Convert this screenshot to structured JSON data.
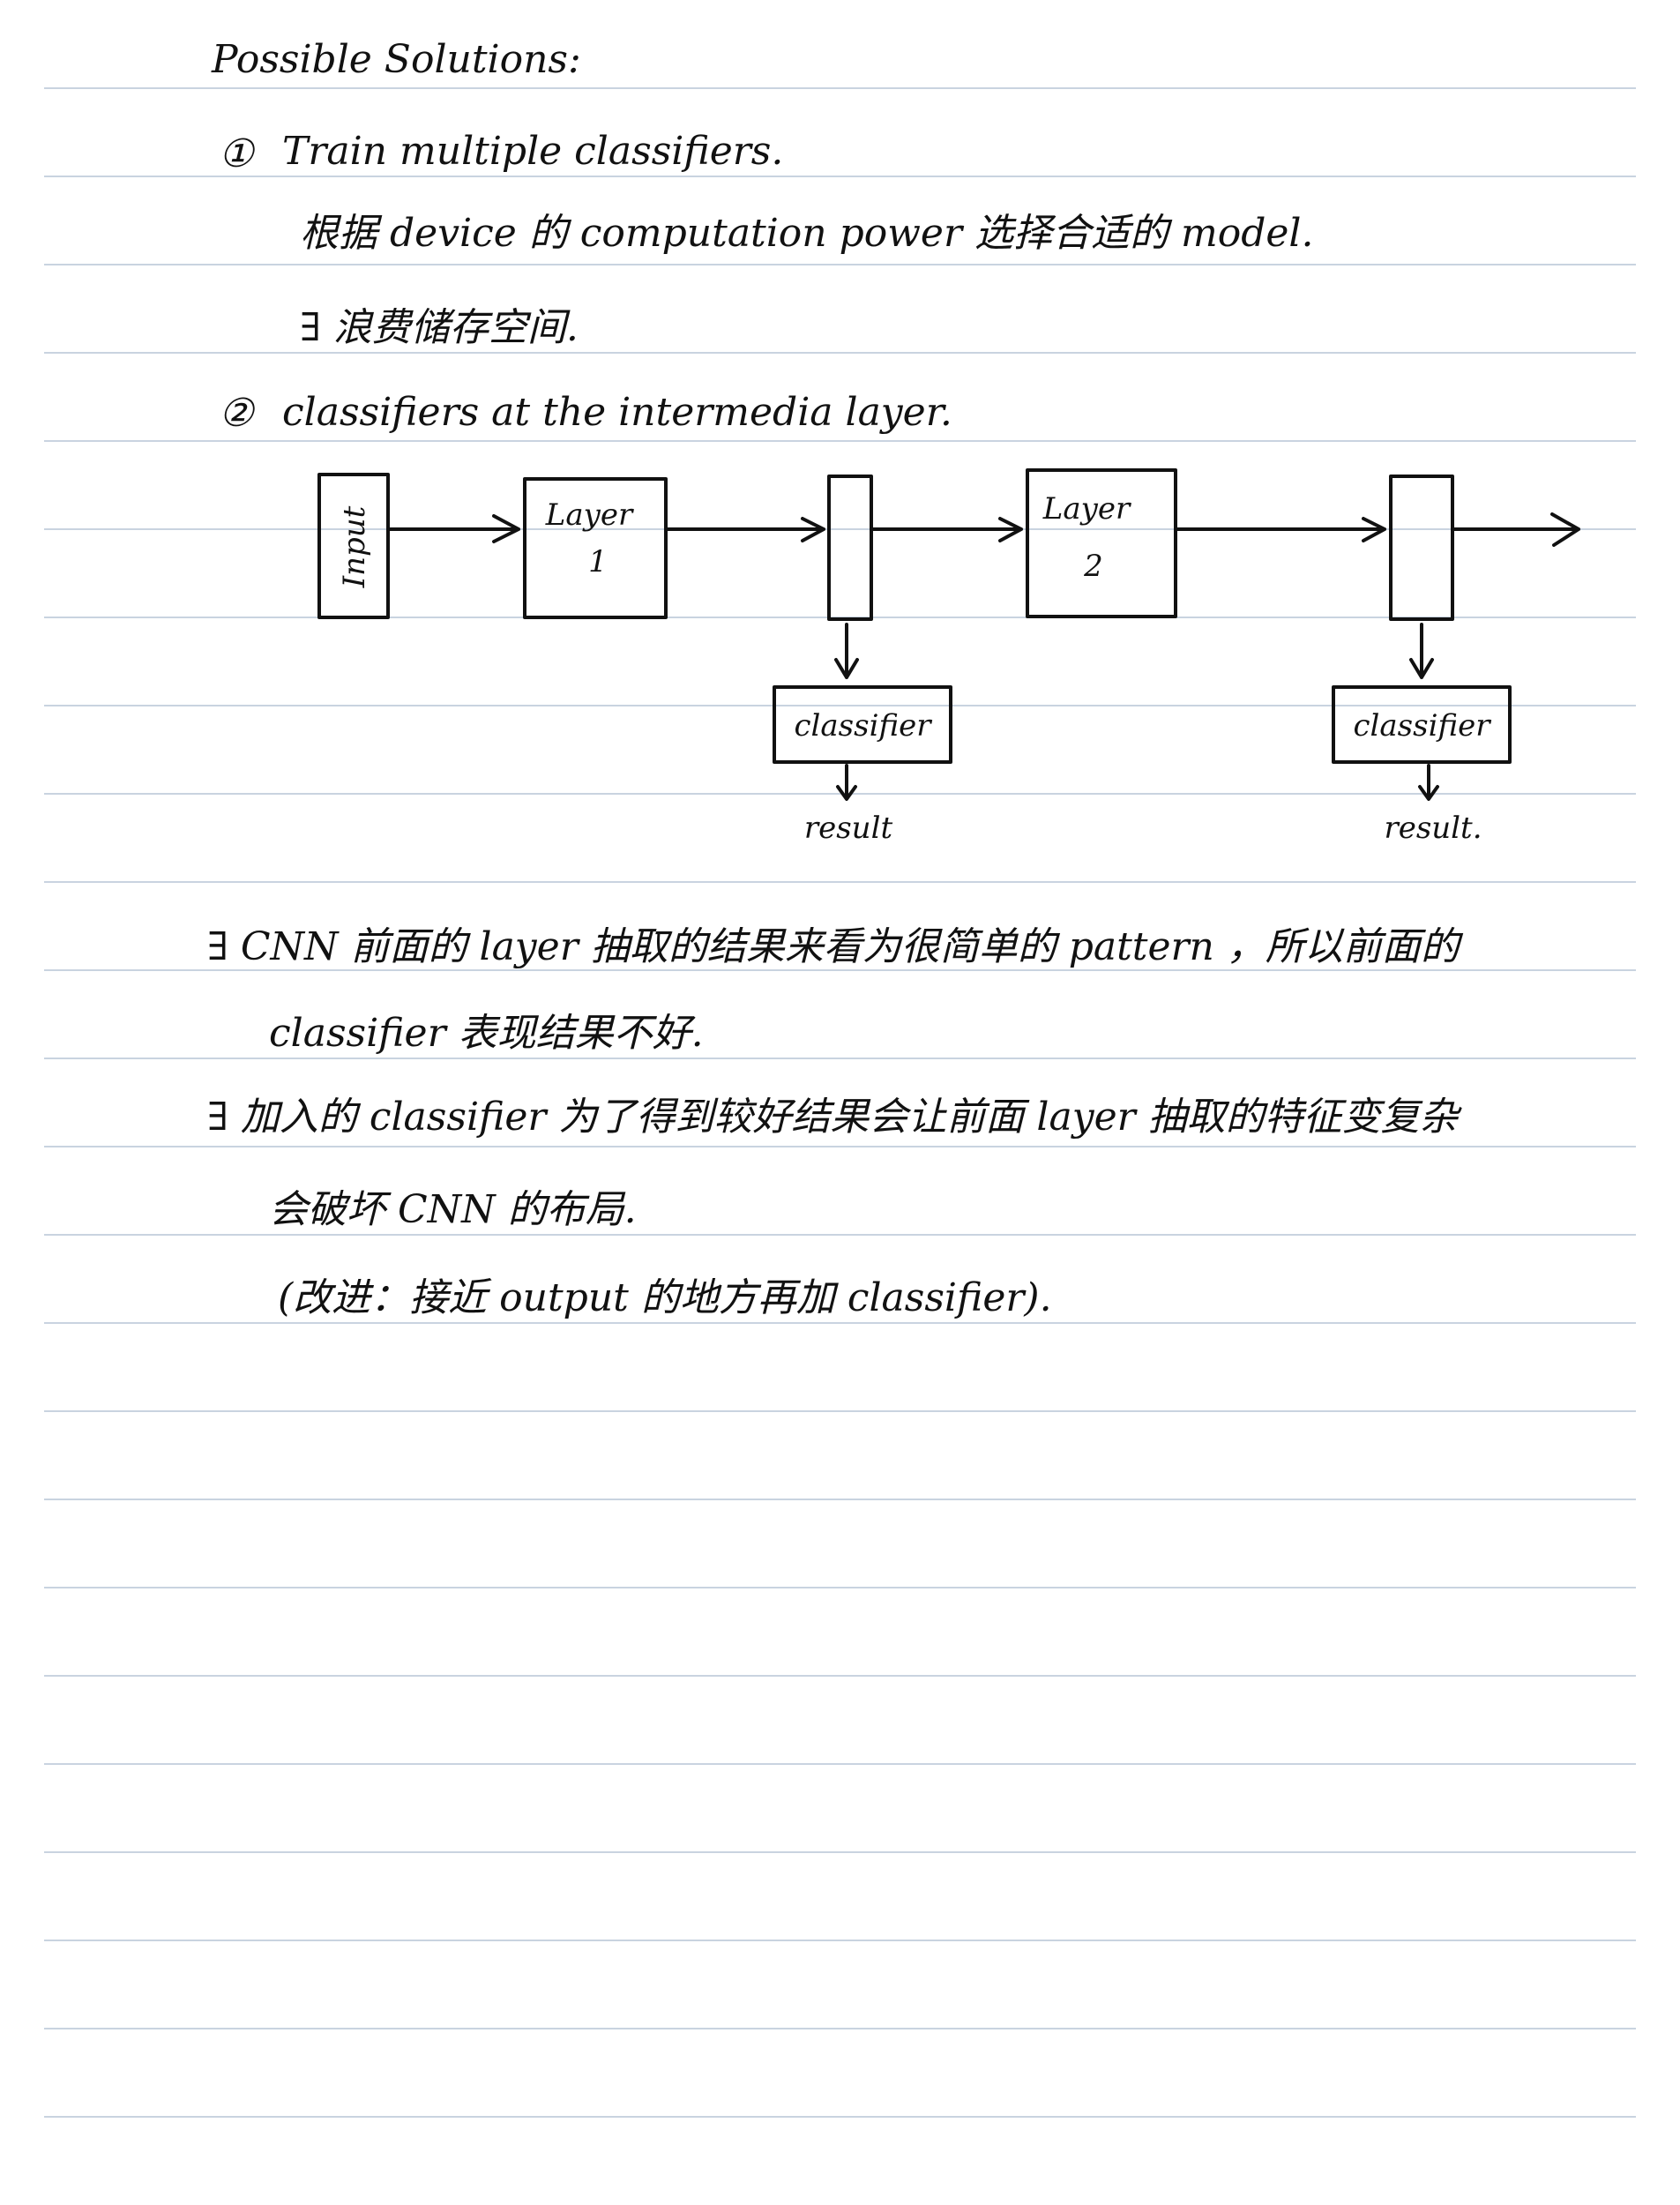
{
  "heading": "Possible Solutions:",
  "item1": {
    "marker": "①",
    "title": "Train multiple classifiers.",
    "line1": "根据 device 的 computation power 选择合适的 model.",
    "line2": "∃ 浪费储存空间."
  },
  "item2": {
    "marker": "②",
    "title": "classifiers at the intermedia layer."
  },
  "diagram": {
    "input": "Input",
    "layer1": [
      "Layer",
      "1"
    ],
    "layer2": [
      "Layer",
      "2"
    ],
    "classifier1": "classifier",
    "classifier2": "classifier",
    "result1": "result",
    "result2": "result."
  },
  "notes": {
    "note1_line1": "∃ CNN 前面的 layer 抽取的结果来看为很简单的 pattern ，所以前面的",
    "note1_line2": "classifier 表现结果不好.",
    "note2_line1": "∃ 加入的 classifier 为了得到较好结果会让前面 layer 抽取的特征变复杂",
    "note2_line2": "会破坏 CNN 的布局.",
    "note2_line3": "(改进：接近 output 的地方再加 classifier)."
  }
}
